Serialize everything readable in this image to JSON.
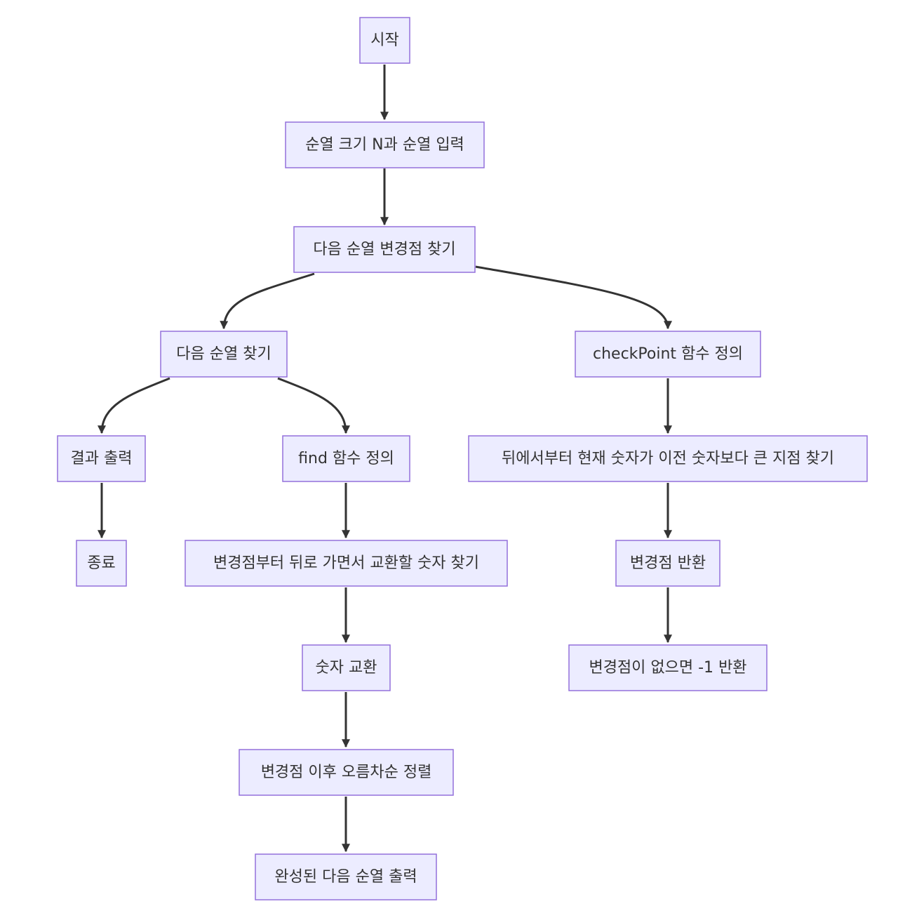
{
  "diagram": {
    "type": "flowchart",
    "nodes": {
      "start": "시작",
      "input": "순열 크기 N과 순열 입력",
      "find_change_point": "다음 순열 변경점 찾기",
      "find_next_perm": "다음 순열 찾기",
      "checkpoint_def": "checkPoint 함수 정의",
      "print_result": "결과 출력",
      "find_def": "find 함수 정의",
      "scan_from_back": "뒤에서부터 현재 숫자가 이전 숫자보다 큰 지점 찾기",
      "end": "종료",
      "find_swap_number": "변경점부터 뒤로 가면서 교환할 숫자 찾기",
      "return_point": "변경점 반환",
      "swap": "숫자 교환",
      "return_minus_one": "변경점이 없으면 -1 반환",
      "sort_after": "변경점 이후 오름차순 정렬",
      "print_complete": "완성된 다음 순열 출력"
    },
    "edges": [
      [
        "start",
        "input"
      ],
      [
        "input",
        "find_change_point"
      ],
      [
        "find_change_point",
        "find_next_perm"
      ],
      [
        "find_change_point",
        "checkpoint_def"
      ],
      [
        "find_next_perm",
        "print_result"
      ],
      [
        "find_next_perm",
        "find_def"
      ],
      [
        "checkpoint_def",
        "scan_from_back"
      ],
      [
        "print_result",
        "end"
      ],
      [
        "find_def",
        "find_swap_number"
      ],
      [
        "scan_from_back",
        "return_point"
      ],
      [
        "find_swap_number",
        "swap"
      ],
      [
        "return_point",
        "return_minus_one"
      ],
      [
        "swap",
        "sort_after"
      ],
      [
        "sort_after",
        "print_complete"
      ]
    ]
  }
}
